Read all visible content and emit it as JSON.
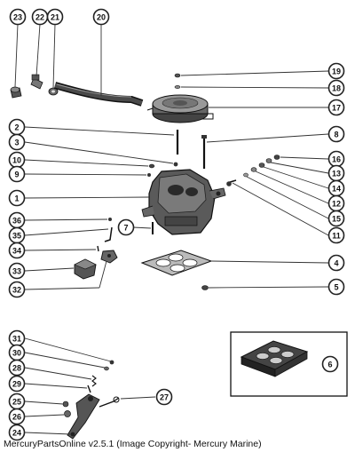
{
  "caption": "MercuryPartsOnline v2.5.1 (Image Copyright- Mercury Marine)",
  "callouts": {
    "c1": "1",
    "c2": "2",
    "c3": "3",
    "c4": "4",
    "c5": "5",
    "c6": "6",
    "c7": "7",
    "c8": "8",
    "c9": "9",
    "c10": "10",
    "c11": "11",
    "c12": "12",
    "c13": "13",
    "c14": "14",
    "c15": "15",
    "c16": "16",
    "c17": "17",
    "c18": "18",
    "c19": "19",
    "c20": "20",
    "c21": "21",
    "c22": "22",
    "c23": "23",
    "c24": "24",
    "c25": "25",
    "c26": "26",
    "c27": "27",
    "c28": "28",
    "c29": "29",
    "c30": "30",
    "c31": "31",
    "c32": "32",
    "c33": "33",
    "c34": "34",
    "c35": "35",
    "c36": "36"
  }
}
